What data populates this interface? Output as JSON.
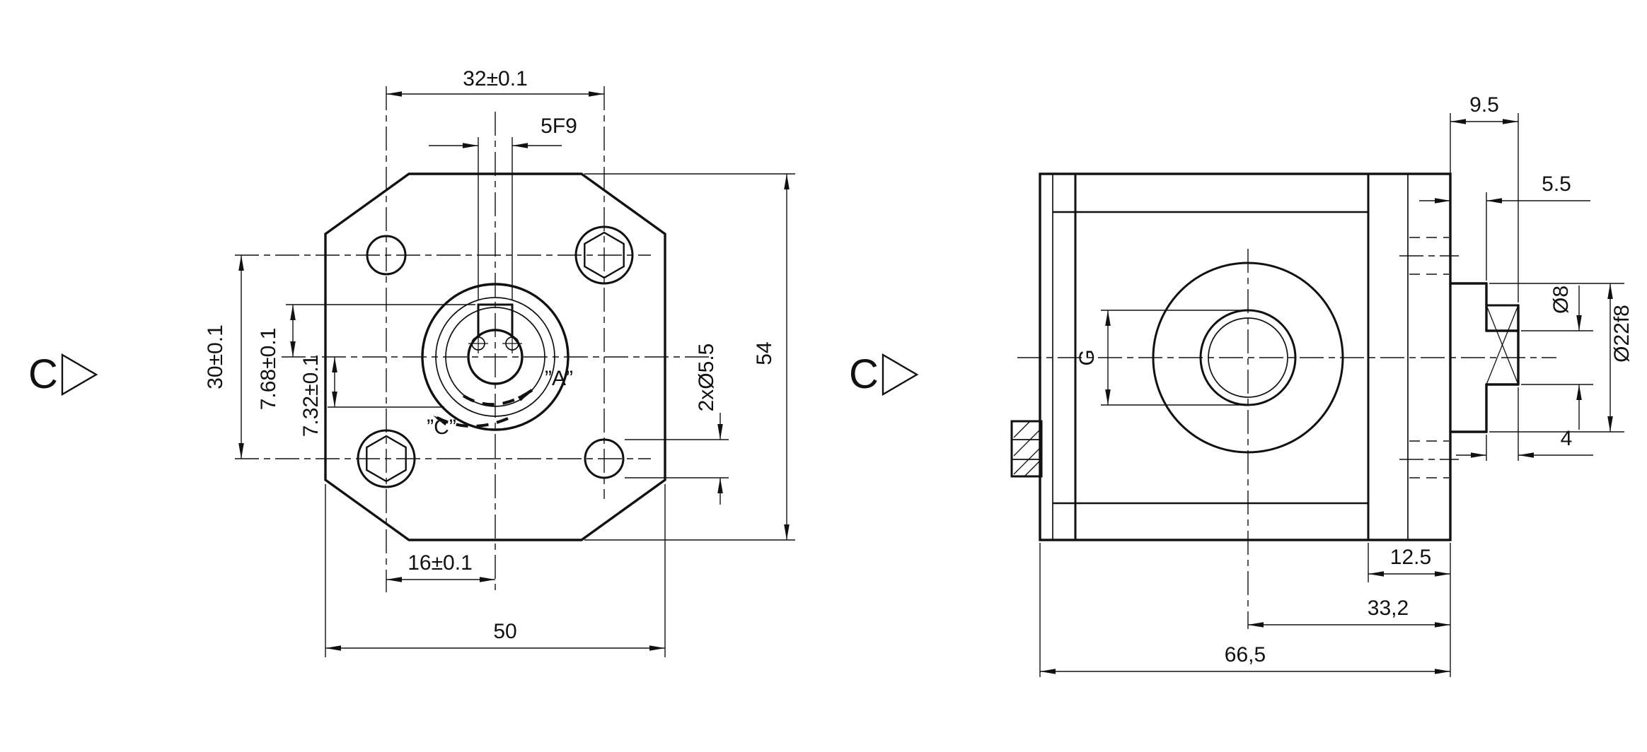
{
  "front_view": {
    "view_label": "C",
    "dim_bolt_spacing_h": "32±0.1",
    "dim_keyway_width": "5F9",
    "dim_bolt_spacing_v": "30±0.1",
    "dim_key_upper": "7.68±0.1",
    "dim_key_lower": "7.32±0.1",
    "dim_center_to_bolt": "16±0.1",
    "dim_overall_width": "50",
    "dim_overall_height": "54",
    "dim_mount_holes": "2xØ5.5",
    "label_rotation_a": "”A”",
    "label_rotation_c": "”C”"
  },
  "side_view": {
    "view_label": "C",
    "dim_shaft_protrusion": "9.5",
    "dim_pilot_length": "5.5",
    "dim_shaft_dia": "Ø8",
    "dim_pilot_dia": "Ø22f8",
    "dim_key_length": "4",
    "dim_flange_thickness": "12.5",
    "dim_center_to_face": "33,2",
    "dim_overall_length": "66,5",
    "label_port": "G"
  }
}
